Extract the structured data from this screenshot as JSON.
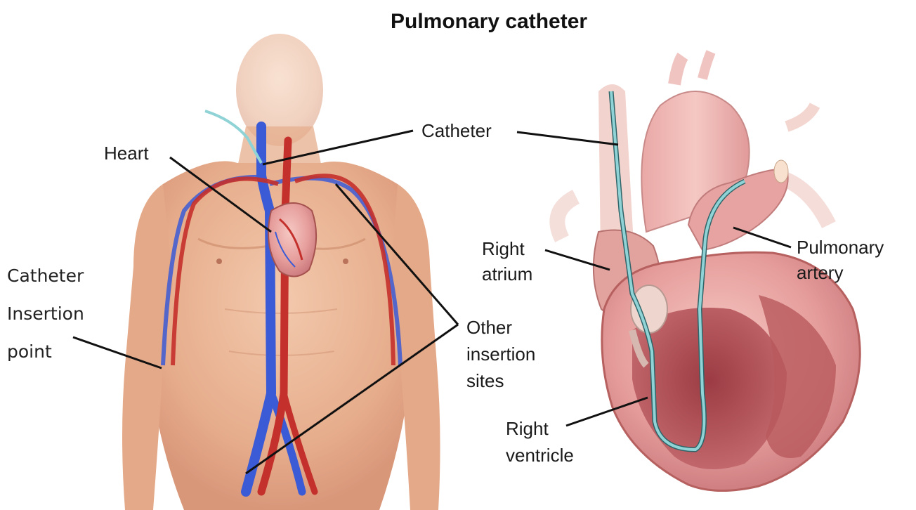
{
  "title": "Pulmonary catheter",
  "labels": {
    "heart": "Heart",
    "catheter": "Catheter",
    "insertion_point": [
      "Catheter",
      "Insertion",
      "point"
    ],
    "other_sites": [
      "Other",
      "insertion",
      "sites"
    ],
    "right_atrium": [
      "Right",
      "atrium"
    ],
    "pulmonary_artery": [
      "Pulmonary",
      "artery"
    ],
    "right_ventricle": [
      "Right",
      "ventricle"
    ]
  },
  "colors": {
    "skin": "#e9b596",
    "skin_shadow": "#d99a79",
    "vein": "#3b5bd6",
    "artery": "#c4302b",
    "heart_muscle": "#e8a3a0",
    "heart_dark": "#b8595c",
    "catheter": "#8fd3d6"
  }
}
